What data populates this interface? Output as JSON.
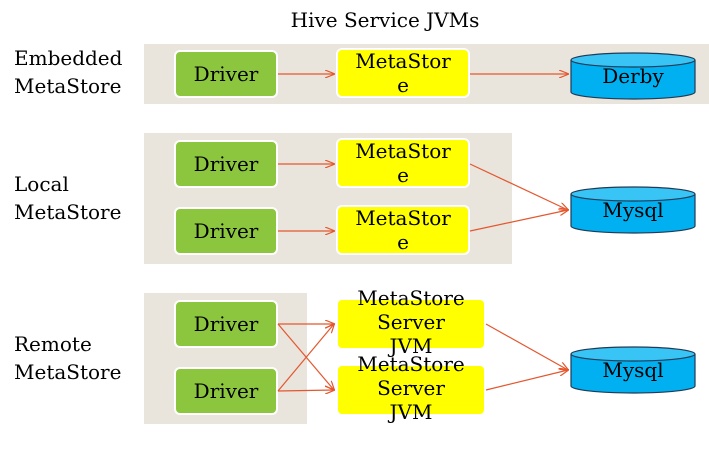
{
  "title": "Hive Service JVMs",
  "rows": [
    {
      "label_line1": "Embedded",
      "label_line2": "MetaStore",
      "drivers": [
        "Driver"
      ],
      "metastores": [
        "MetaStor\ne"
      ],
      "database": "Derby"
    },
    {
      "label_line1": "Local",
      "label_line2": "MetaStore",
      "drivers": [
        "Driver",
        "Driver"
      ],
      "metastores": [
        "MetaStor\ne",
        "MetaStor\ne"
      ],
      "database": "Mysql"
    },
    {
      "label_line1": "Remote",
      "label_line2": "MetaStore",
      "drivers": [
        "Driver",
        "Driver"
      ],
      "metastores": [
        "MetaStore\nServer\nJVM",
        "MetaStore\nServer\nJVM"
      ],
      "database": "Mysql"
    }
  ],
  "colors": {
    "panel": "#e9e4dc",
    "driver": "#8bc63e",
    "metastore": "#ffff00",
    "database": "#00b0f0",
    "arrow": "#e4572e"
  }
}
